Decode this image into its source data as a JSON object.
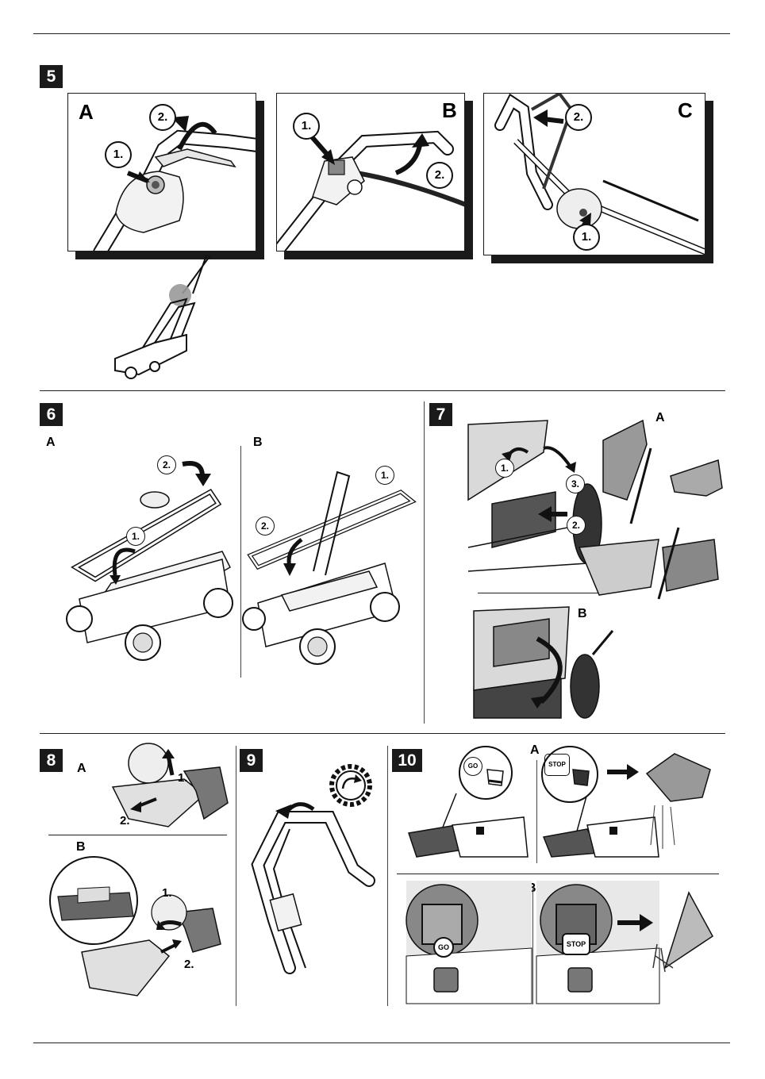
{
  "figure5": {
    "number": "5",
    "panelA": {
      "label": "A",
      "step1": "1.",
      "step2": "2."
    },
    "panelB": {
      "label": "B",
      "step1": "1.",
      "step2": "2."
    },
    "panelC": {
      "label": "C",
      "step1": "1.",
      "step2": "2."
    }
  },
  "figure6": {
    "number": "6",
    "panelA": {
      "label": "A",
      "step1": "1.",
      "step2": "2."
    },
    "panelB": {
      "label": "B",
      "step1": "1.",
      "step2": "2."
    }
  },
  "figure7": {
    "number": "7",
    "panelA": {
      "label": "A",
      "step1": "1.",
      "step2": "2.",
      "step3": "3."
    },
    "panelB": {
      "label": "B"
    }
  },
  "figure8": {
    "number": "8",
    "panelA": {
      "label": "A",
      "step1": "1.",
      "step2": "2."
    },
    "panelB": {
      "label": "B",
      "step1": "1.",
      "step2": "2."
    }
  },
  "figure9": {
    "number": "9"
  },
  "figure10": {
    "number": "10",
    "go_label": "GO",
    "stop_label": "STOP",
    "panelA": {
      "label": "A"
    },
    "panelB": {
      "label": "B"
    }
  }
}
